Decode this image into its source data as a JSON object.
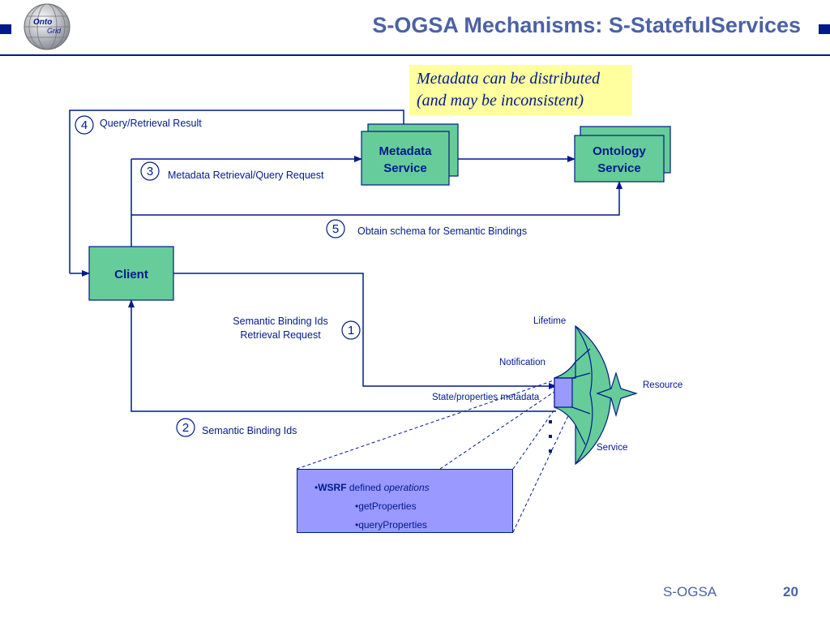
{
  "header": {
    "title": "S-OGSA Mechanisms: S-StatefulServices",
    "logo_text": [
      "Onto",
      "Grid"
    ]
  },
  "footer": {
    "label": "S-OGSA",
    "page_number": "20"
  },
  "note": {
    "line1": "Metadata can be distributed",
    "line2": "(and may be inconsistent)"
  },
  "boxes": {
    "metadata_service": [
      "Metadata",
      "Service"
    ],
    "ontology_service": [
      "Ontology",
      "Service"
    ],
    "client": "Client"
  },
  "steps": {
    "s1": {
      "num": "1",
      "label1": "Semantic Binding Ids",
      "label2": "Retrieval Request"
    },
    "s2": {
      "num": "2",
      "label": "Semantic Binding Ids"
    },
    "s3": {
      "num": "3",
      "label": "Metadata Retrieval/Query Request"
    },
    "s4": {
      "num": "4",
      "label": "Query/Retrieval Result"
    },
    "s5": {
      "num": "5",
      "label": "Obtain schema for Semantic Bindings"
    }
  },
  "service_parts": {
    "lifetime": "Lifetime",
    "notification": "Notification",
    "state": "State/properties metadata",
    "resource": "Resource",
    "service": "Service"
  },
  "wsrf": {
    "prefix": "•",
    "bold": "WSRF",
    "mid": " defined ",
    "italic": "operations",
    "op1": "•getProperties",
    "op2": "•queryProperties"
  },
  "colors": {
    "box_fill": "#66cc99",
    "navy": "#001a8c",
    "title": "#4a62a6",
    "note_bg": "#ffffa0",
    "wsrf_bg": "#9999ff"
  }
}
